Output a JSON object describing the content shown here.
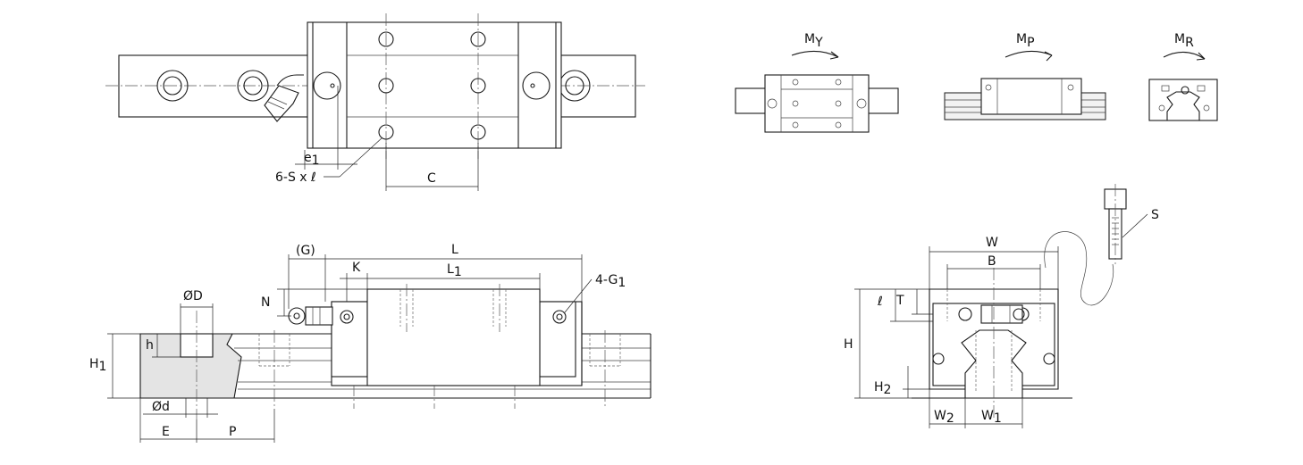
{
  "labels": {
    "e1": "e",
    "e1_sub": "1",
    "screw": "6-S x ℓ",
    "C": "C",
    "My": "M",
    "My_sub": "Y",
    "Mp": "M",
    "Mp_sub": "P",
    "Mr": "M",
    "Mr_sub": "R",
    "G": "(G)",
    "L": "L",
    "K": "K",
    "L1": "L",
    "L1_sub": "1",
    "N": "N",
    "G1": "4-G",
    "G1_sub": "1",
    "phiD": "ØD",
    "h": "h",
    "H1": "H",
    "H1_sub": "1",
    "phid": "Ød",
    "E": "E",
    "P": "P",
    "S": "S",
    "W": "W",
    "B": "B",
    "ell": "ℓ",
    "T": "T",
    "H": "H",
    "H2": "H",
    "H2_sub": "2",
    "W2": "W",
    "W2_sub": "2",
    "W1": "W",
    "W1_sub": "1"
  }
}
